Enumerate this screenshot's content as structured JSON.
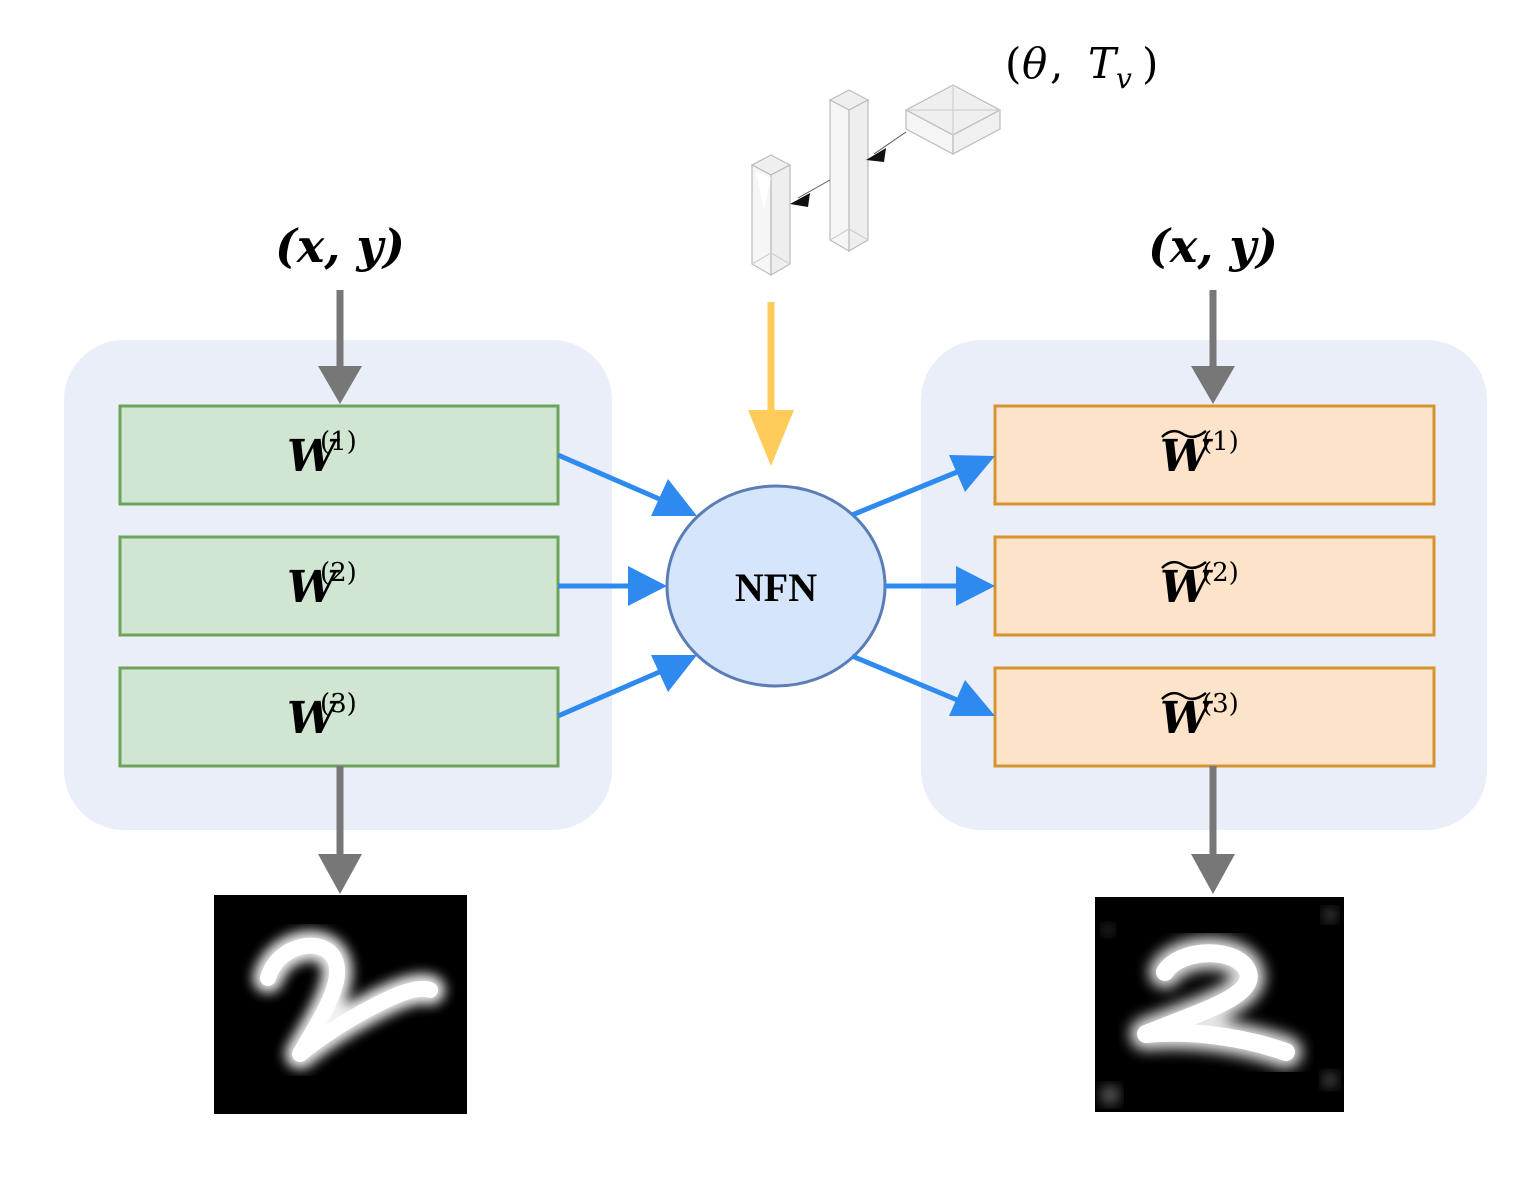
{
  "params_label": {
    "open": "(",
    "theta": "θ",
    "sep": ",",
    "t": "T",
    "t_sub": "v",
    "close": ")"
  },
  "left_input_label": "(x, y)",
  "right_input_label": "(x, y)",
  "center_node": {
    "label": "NFN"
  },
  "left_group": {
    "symbol": "W",
    "layers": [
      {
        "sup": "(1)"
      },
      {
        "sup": "(2)"
      },
      {
        "sup": "(3)"
      }
    ]
  },
  "right_group": {
    "symbol": "W",
    "tilde": "~",
    "layers": [
      {
        "sup": "(1)"
      },
      {
        "sup": "(2)"
      },
      {
        "sup": "(3)"
      }
    ]
  },
  "colors": {
    "group_bg": "#e9eef9",
    "left_box_fill": "#d0e6d2",
    "left_box_stroke": "#6ea35a",
    "right_box_fill": "#fde3c9",
    "right_box_stroke": "#d6932e",
    "node_fill": "#d5e5fb",
    "node_stroke": "#5b7db5",
    "blue_arrow": "#2f8af0",
    "gray_arrow": "#777777",
    "yellow_arrow": "#ffcc5c"
  },
  "icons": {
    "input_digit_left": "handwritten-digit-2-image",
    "output_digit_right": "reconstructed-digit-2-image",
    "network_glyph": "isometric-network-layers-icon"
  }
}
